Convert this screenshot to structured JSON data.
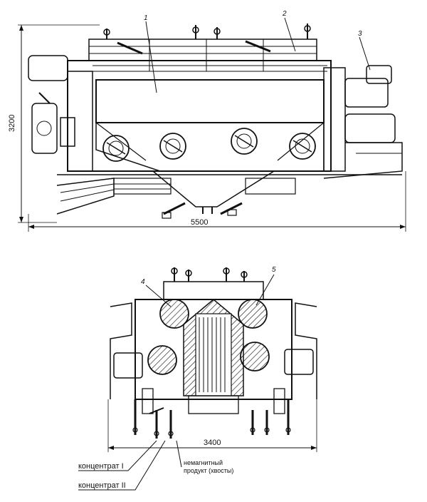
{
  "top_view": {
    "dimension_width": "5500",
    "dimension_height": "3200",
    "callouts": [
      "1",
      "2",
      "3"
    ]
  },
  "front_view": {
    "dimension_width": "3400",
    "callouts": [
      "4",
      "5"
    ]
  },
  "outputs": {
    "concentrate_1": "концентрат I",
    "concentrate_2": "концентрат II",
    "nonmagnetic_line1": "немагнитный",
    "nonmagnetic_line2": "продукт (хвосты)"
  }
}
